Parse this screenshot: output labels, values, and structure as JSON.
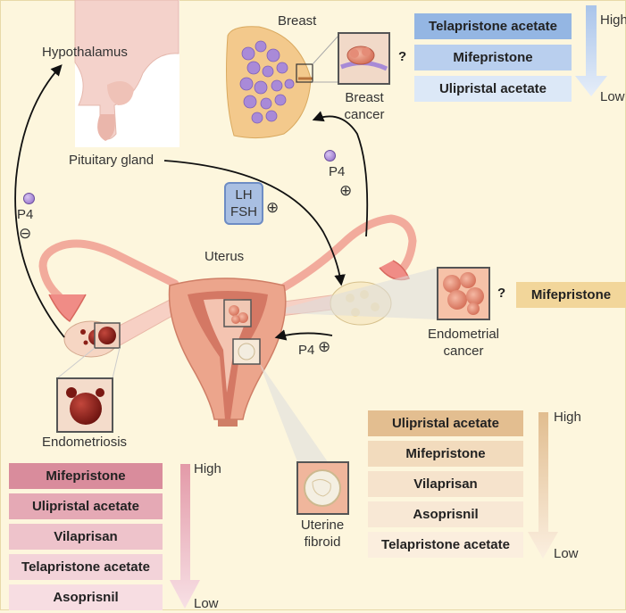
{
  "labels": {
    "hypothalamus": "Hypothalamus",
    "pituitary": "Pituitary gland",
    "breast": "Breast",
    "breast_cancer": "Breast cancer",
    "uterus": "Uterus",
    "endometrial_cancer": "Endometrial cancer",
    "endometriosis": "Endometriosis",
    "uterine_fibroid": "Uterine fibroid",
    "lh": "LH",
    "fsh": "FSH",
    "p4": "P4",
    "plus": "⊕",
    "minus": "⊖",
    "question": "?"
  },
  "scales": {
    "high": "High",
    "low": "Low"
  },
  "breast_cancer_drugs": [
    "Telapristone acetate",
    "Mifepristone",
    "Ulipristal acetate"
  ],
  "endometrial_cancer_drugs": [
    "Mifepristone"
  ],
  "uterine_fibroid_drugs": [
    "Ulipristal acetate",
    "Mifepristone",
    "Vilaprisan",
    "Asoprisnil",
    "Telapristone acetate"
  ],
  "endometriosis_drugs": [
    "Mifepristone",
    "Ulipristal acetate",
    "Vilaprisan",
    "Telapristone acetate",
    "Asoprisnil"
  ],
  "colors": {
    "background": "#fdf6dd",
    "breast_box_top": "#94b6e3",
    "breast_box_bottom": "#dce8f7",
    "endometrial_box": "#f2d69a",
    "fibroid_box_top": "#e3be90",
    "fibroid_box_bottom": "#fbeede",
    "endometriosis_box_top": "#d98c9c",
    "endometriosis_box_bottom": "#f7dde2"
  }
}
